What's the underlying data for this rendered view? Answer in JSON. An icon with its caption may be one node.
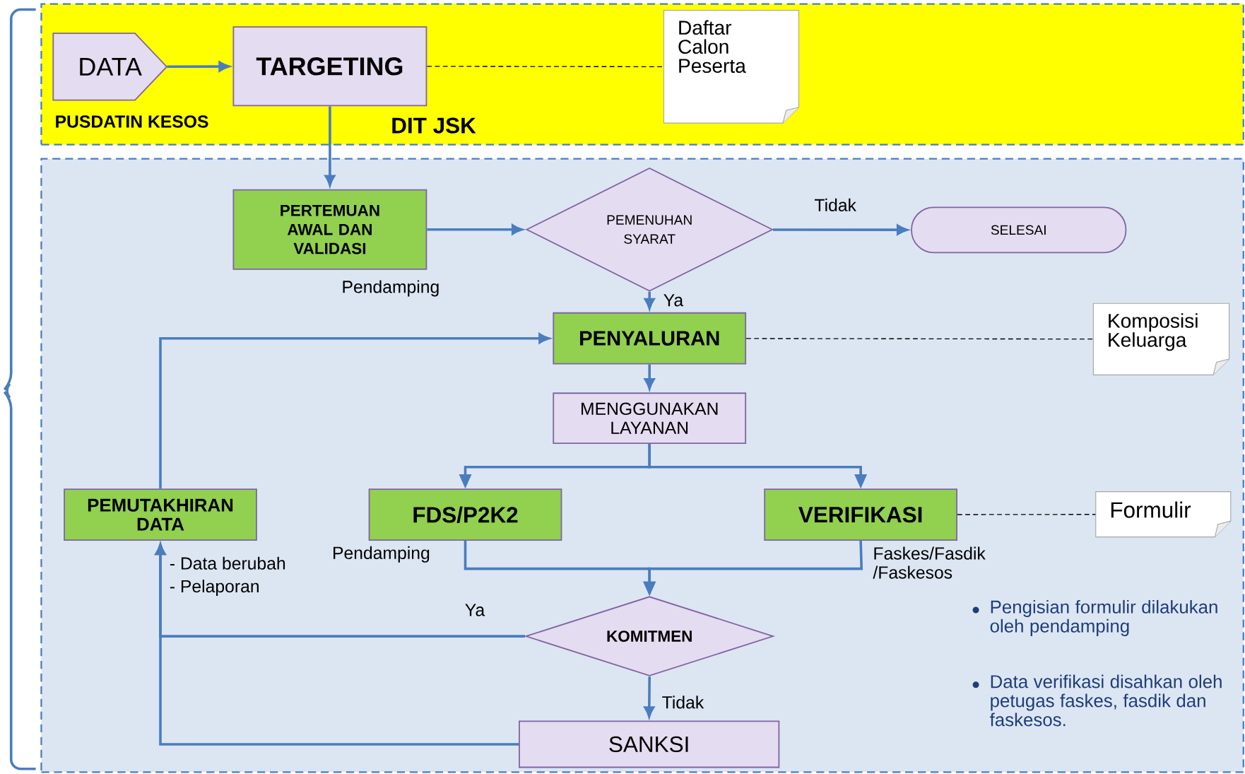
{
  "diagram": {
    "nodes": [
      {
        "text": [],
        "shape": "band"
      },
      {
        "text": [],
        "shape": "band"
      },
      {
        "text": [
          "DATA"
        ],
        "in": 0,
        "beside": [
          "PUSDATIN KESOS"
        ]
      },
      {
        "text": [
          "TARGETING"
        ],
        "in": 0,
        "beside": [
          "DIT JSK"
        ]
      },
      {
        "text": [
          "Daftar Calon Peserta"
        ],
        "in": 0
      },
      {
        "text": [
          "PERTEMUAN AWAL DAN VALIDASI"
        ],
        "in": 1,
        "beside": [
          "Pendamping"
        ]
      },
      {
        "text": [
          "PEMENUHAN SYARAT"
        ],
        "in": 1
      },
      {
        "text": [
          "SELESAI"
        ],
        "in": 1
      },
      {
        "text": [
          "PENYALURAN"
        ],
        "in": 1
      },
      {
        "text": [
          "Komposisi Keluarga"
        ],
        "in": 1
      },
      {
        "text": [
          "MENGGUNAKAN LAYANAN"
        ],
        "in": 1
      },
      {
        "text": [
          "PEMUTAKHIRAN DATA"
        ],
        "in": 1,
        "beside": [
          "- Data berubah",
          "- Pelaporan"
        ]
      },
      {
        "text": [
          "FDS/P2K2"
        ],
        "in": 1,
        "beside": [
          "Pendamping"
        ]
      },
      {
        "text": [
          "VERIFIKASI"
        ],
        "in": 1,
        "beside": [
          "Faskes/Fasdik /Faskesos"
        ]
      },
      {
        "text": [
          "Formulir"
        ],
        "in": 1
      },
      {
        "text": [
          "KOMITMEN"
        ],
        "in": 1
      },
      {
        "text": [
          "SANKSI"
        ],
        "in": 1
      }
    ],
    "edges": [
      {
        "from": 2,
        "to": 3,
        "arrow": "to"
      },
      {
        "from": 3,
        "to": 4,
        "arrow": "none",
        "style": "dashed",
        "color": "#000000"
      },
      {
        "from": 3,
        "to": 5,
        "arrow": "to"
      },
      {
        "from": 5,
        "to": 6,
        "arrow": "to"
      },
      {
        "from": 6,
        "to": 7,
        "arrow": "to",
        "label": "Tidak"
      },
      {
        "from": 6,
        "to": 8,
        "arrow": "to",
        "label": "Ya"
      },
      {
        "from": 8,
        "to": 9,
        "arrow": "none",
        "style": "dashed",
        "color": "#000000"
      },
      {
        "from": 8,
        "to": 10,
        "arrow": "to"
      },
      {
        "from": 10,
        "to": 12,
        "arrow": "to"
      },
      {
        "from": 10,
        "to": 13,
        "arrow": "to"
      },
      {
        "from": 12,
        "to": 15,
        "arrow": "to"
      },
      {
        "from": 13,
        "to": 15,
        "arrow": "to"
      },
      {
        "from": 13,
        "to": 14,
        "arrow": "none",
        "style": "dashed",
        "color": "#000000"
      },
      {
        "from": 15,
        "to": 11,
        "arrow": "to",
        "label": "Ya"
      },
      {
        "from": 15,
        "to": 16,
        "arrow": "to",
        "label": "Tidak"
      },
      {
        "from": 16,
        "to": 11,
        "arrow": "to"
      },
      {
        "from": 11,
        "to": 8,
        "arrow": "to"
      }
    ],
    "labels": [
      "Pengisian formulir dilakukan oleh pendamping",
      "Data verifikasi disahkan oleh petugas faskes, fasdik dan faskesos."
    ]
  }
}
